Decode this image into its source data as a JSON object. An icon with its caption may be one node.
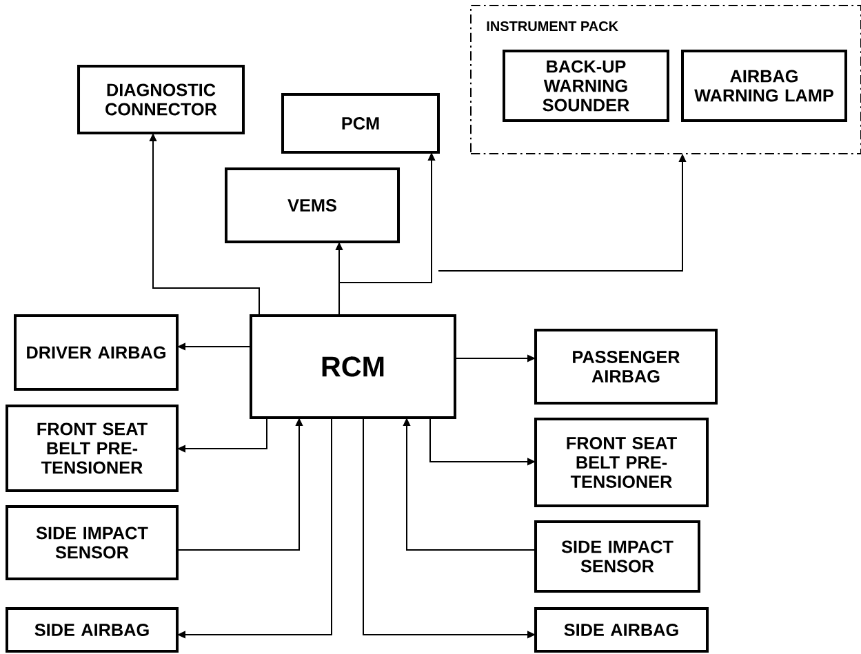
{
  "diagram": {
    "nodes": [
      {
        "text": [
          "INSTRUMENT PACK"
        ]
      },
      {
        "text": [
          "BACK-UP WARNING SOUNDER"
        ],
        "in": 0
      },
      {
        "text": [
          "AIRBAG WARNING LAMP"
        ],
        "in": 0
      },
      {
        "text": [
          "DIAGNOSTIC CONNECTOR"
        ]
      },
      {
        "text": [
          "PCM"
        ]
      },
      {
        "text": [
          "VEMS"
        ]
      },
      {
        "text": [
          "RCM"
        ]
      },
      {
        "text": [
          "DRIVER AIRBAG"
        ]
      },
      {
        "text": [
          "PASSENGER AIRBAG"
        ]
      },
      {
        "text": [
          "FRONT SEAT BELT PRE-TENSIONER"
        ]
      },
      {
        "text": [
          "FRONT SEAT BELT PRE-TENSIONER"
        ]
      },
      {
        "text": [
          "SIDE IMPACT SENSOR"
        ]
      },
      {
        "text": [
          "SIDE IMPACT SENSOR"
        ]
      },
      {
        "text": [
          "SIDE AIRBAG"
        ]
      },
      {
        "text": [
          "SIDE AIRBAG"
        ]
      }
    ],
    "edges": [
      {
        "from": 6,
        "to": 3,
        "arrow": "to"
      },
      {
        "from": 6,
        "to": 5,
        "arrow": "to"
      },
      {
        "from": 6,
        "to": 4,
        "arrow": "to"
      },
      {
        "from": null,
        "to": 0,
        "arrow": "to"
      },
      {
        "from": 6,
        "to": 7,
        "arrow": "to"
      },
      {
        "from": 6,
        "to": 8,
        "arrow": "to"
      },
      {
        "from": 6,
        "to": 9,
        "arrow": "to"
      },
      {
        "from": 11,
        "to": 6,
        "arrow": "to"
      },
      {
        "from": 6,
        "to": 13,
        "arrow": "to"
      },
      {
        "from": 6,
        "to": 14,
        "arrow": "to"
      },
      {
        "from": 12,
        "to": 6,
        "arrow": "to"
      },
      {
        "from": 6,
        "to": 10,
        "arrow": "to"
      }
    ]
  }
}
